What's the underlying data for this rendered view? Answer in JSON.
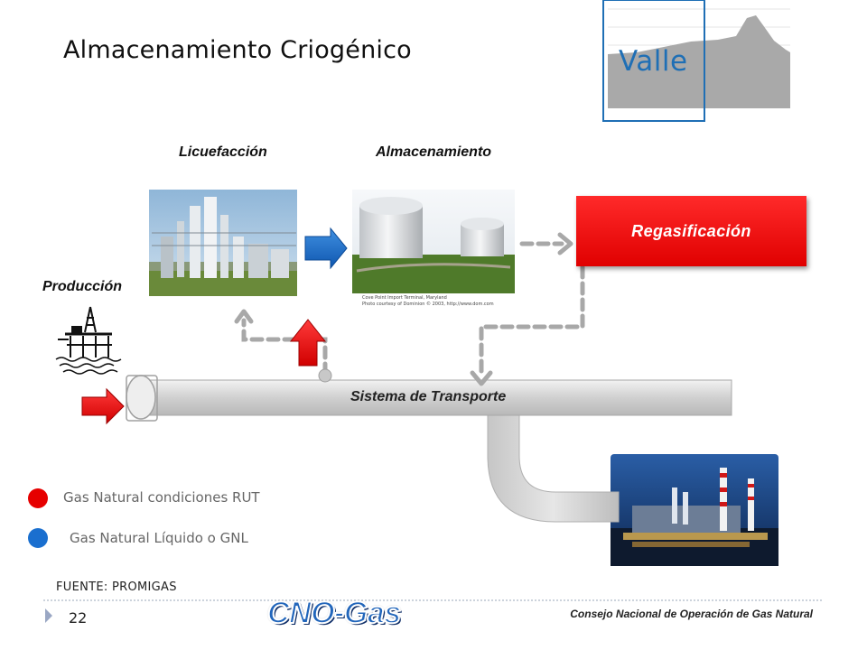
{
  "header": {
    "title": "Almacenamiento Criogénico",
    "region_badge": "Valle"
  },
  "stages": {
    "licuefaccion": "Licuefacción",
    "almacenamiento": "Almacenamiento",
    "regasificacion": "Regasificación",
    "produccion": "Producción",
    "transporte": "Sistema de Transporte"
  },
  "photo_caption": [
    "Cove Point Import Terminal, Maryland",
    "Photo courtesy of Dominion © 2003, http://www.dom.com"
  ],
  "legend": [
    {
      "label": "Gas Natural condiciones RUT",
      "color": "#e60000"
    },
    {
      "label": "Gas Natural Líquido o GNL",
      "color": "#1a6fcf"
    }
  ],
  "footer": {
    "source": "FUENTE: PROMIGAS",
    "page": "22",
    "logo": "CNO-Gas",
    "org": "Consejo Nacional de Operación de Gas Natural"
  },
  "colors": {
    "red": "#e60000",
    "blue": "#1a6fcf",
    "dashed": "#a8a8a8",
    "pipe": "#d4d4d4"
  }
}
